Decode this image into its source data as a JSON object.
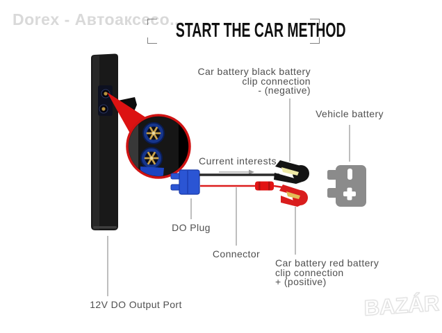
{
  "watermark": {
    "text": "Dorex - Автоаксесо..."
  },
  "title": {
    "text": "START THE CAR METHOD"
  },
  "callouts": {
    "negative_clip": "Car battery black battery\nclip connection\n- (negative)",
    "vehicle_battery": "Vehicle battery",
    "current_flow": "Current interests",
    "do_plug": "DO Plug",
    "connector": "Connector",
    "positive_clip": "Car battery red battery\nclip connection\n+ (positive)",
    "output_port": "12V DO Output Port"
  },
  "logo": {
    "text": "BAZÁR"
  },
  "icons": {
    "device": "jump-starter-side-view",
    "magnifier": "zoom-circle",
    "plug": "ec5-blue-plug",
    "black_clip": "negative-alligator-clip",
    "red_clip": "positive-alligator-clip",
    "battery": "vehicle-battery"
  },
  "colors": {
    "label_text": "#4f4f4f",
    "title_text": "#111111",
    "watermark_text": "#d9d9d9",
    "callout_line": "#9b9b9b",
    "device_body": "#191919",
    "magnifier_ring": "#cf1313",
    "port_blue": "#16358c",
    "pin_gold": "#c9a24b",
    "plug_blue": "#2b55d4",
    "wire_black": "#2b2b2b",
    "wire_red": "#dc1d1d",
    "battery_gray": "#8b8b8b",
    "logo_white": "#ffffff"
  }
}
